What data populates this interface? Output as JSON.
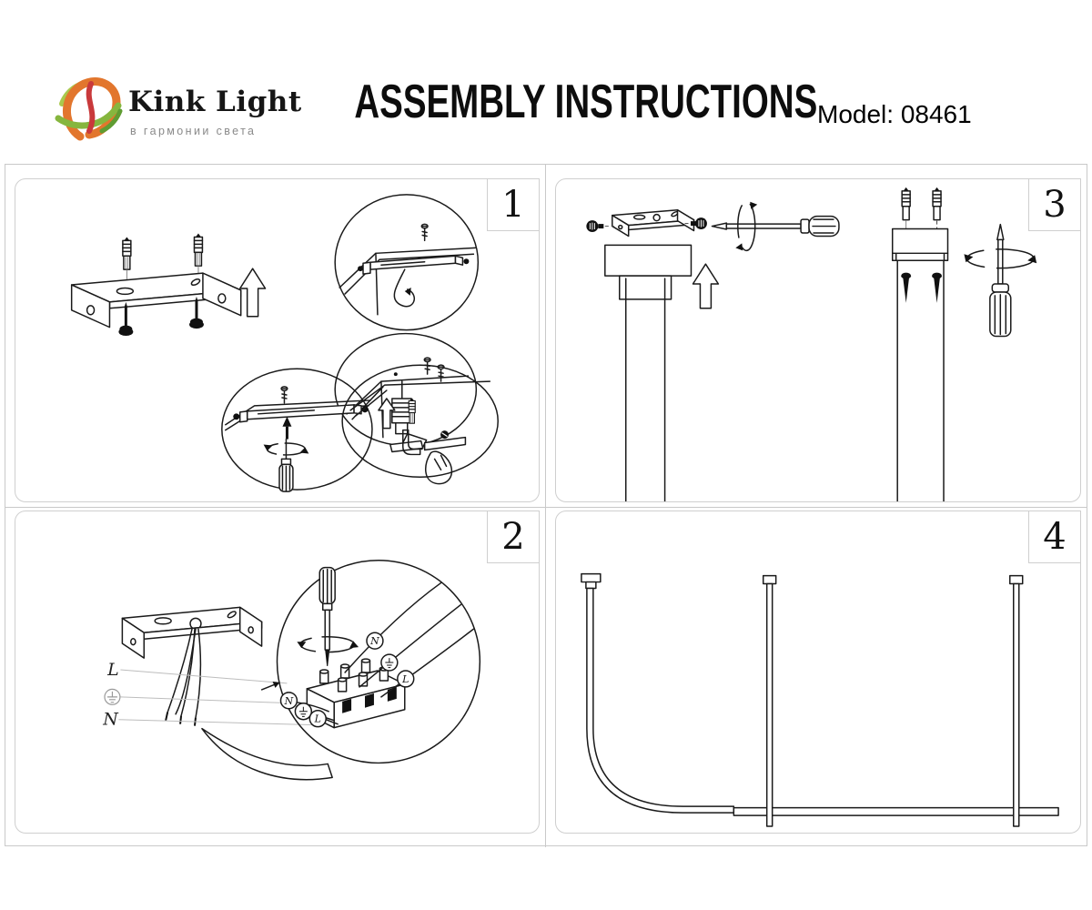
{
  "header": {
    "brand_name": "Kink Light",
    "brand_tagline": "в гармонии света",
    "title": "ASSEMBLY INSTRUCTIONS",
    "model_label": "Model: 08461"
  },
  "panels": [
    {
      "number": "1"
    },
    {
      "number": "2",
      "wiring": {
        "live": "L",
        "neutral": "N",
        "earth_icon": "earth-ground-symbol"
      }
    },
    {
      "number": "3"
    },
    {
      "number": "4"
    }
  ],
  "colors": {
    "line_art": "#1a1a1a",
    "panel_border": "#cfcfcf",
    "leader_line": "#bdbdbd",
    "logo_orange": "#e2762d",
    "logo_green": "#86b63e",
    "logo_light_green": "#a9c94d",
    "logo_dark_green": "#5f9c32",
    "logo_red": "#c9393b",
    "tagline_gray": "#8a8a8a"
  }
}
